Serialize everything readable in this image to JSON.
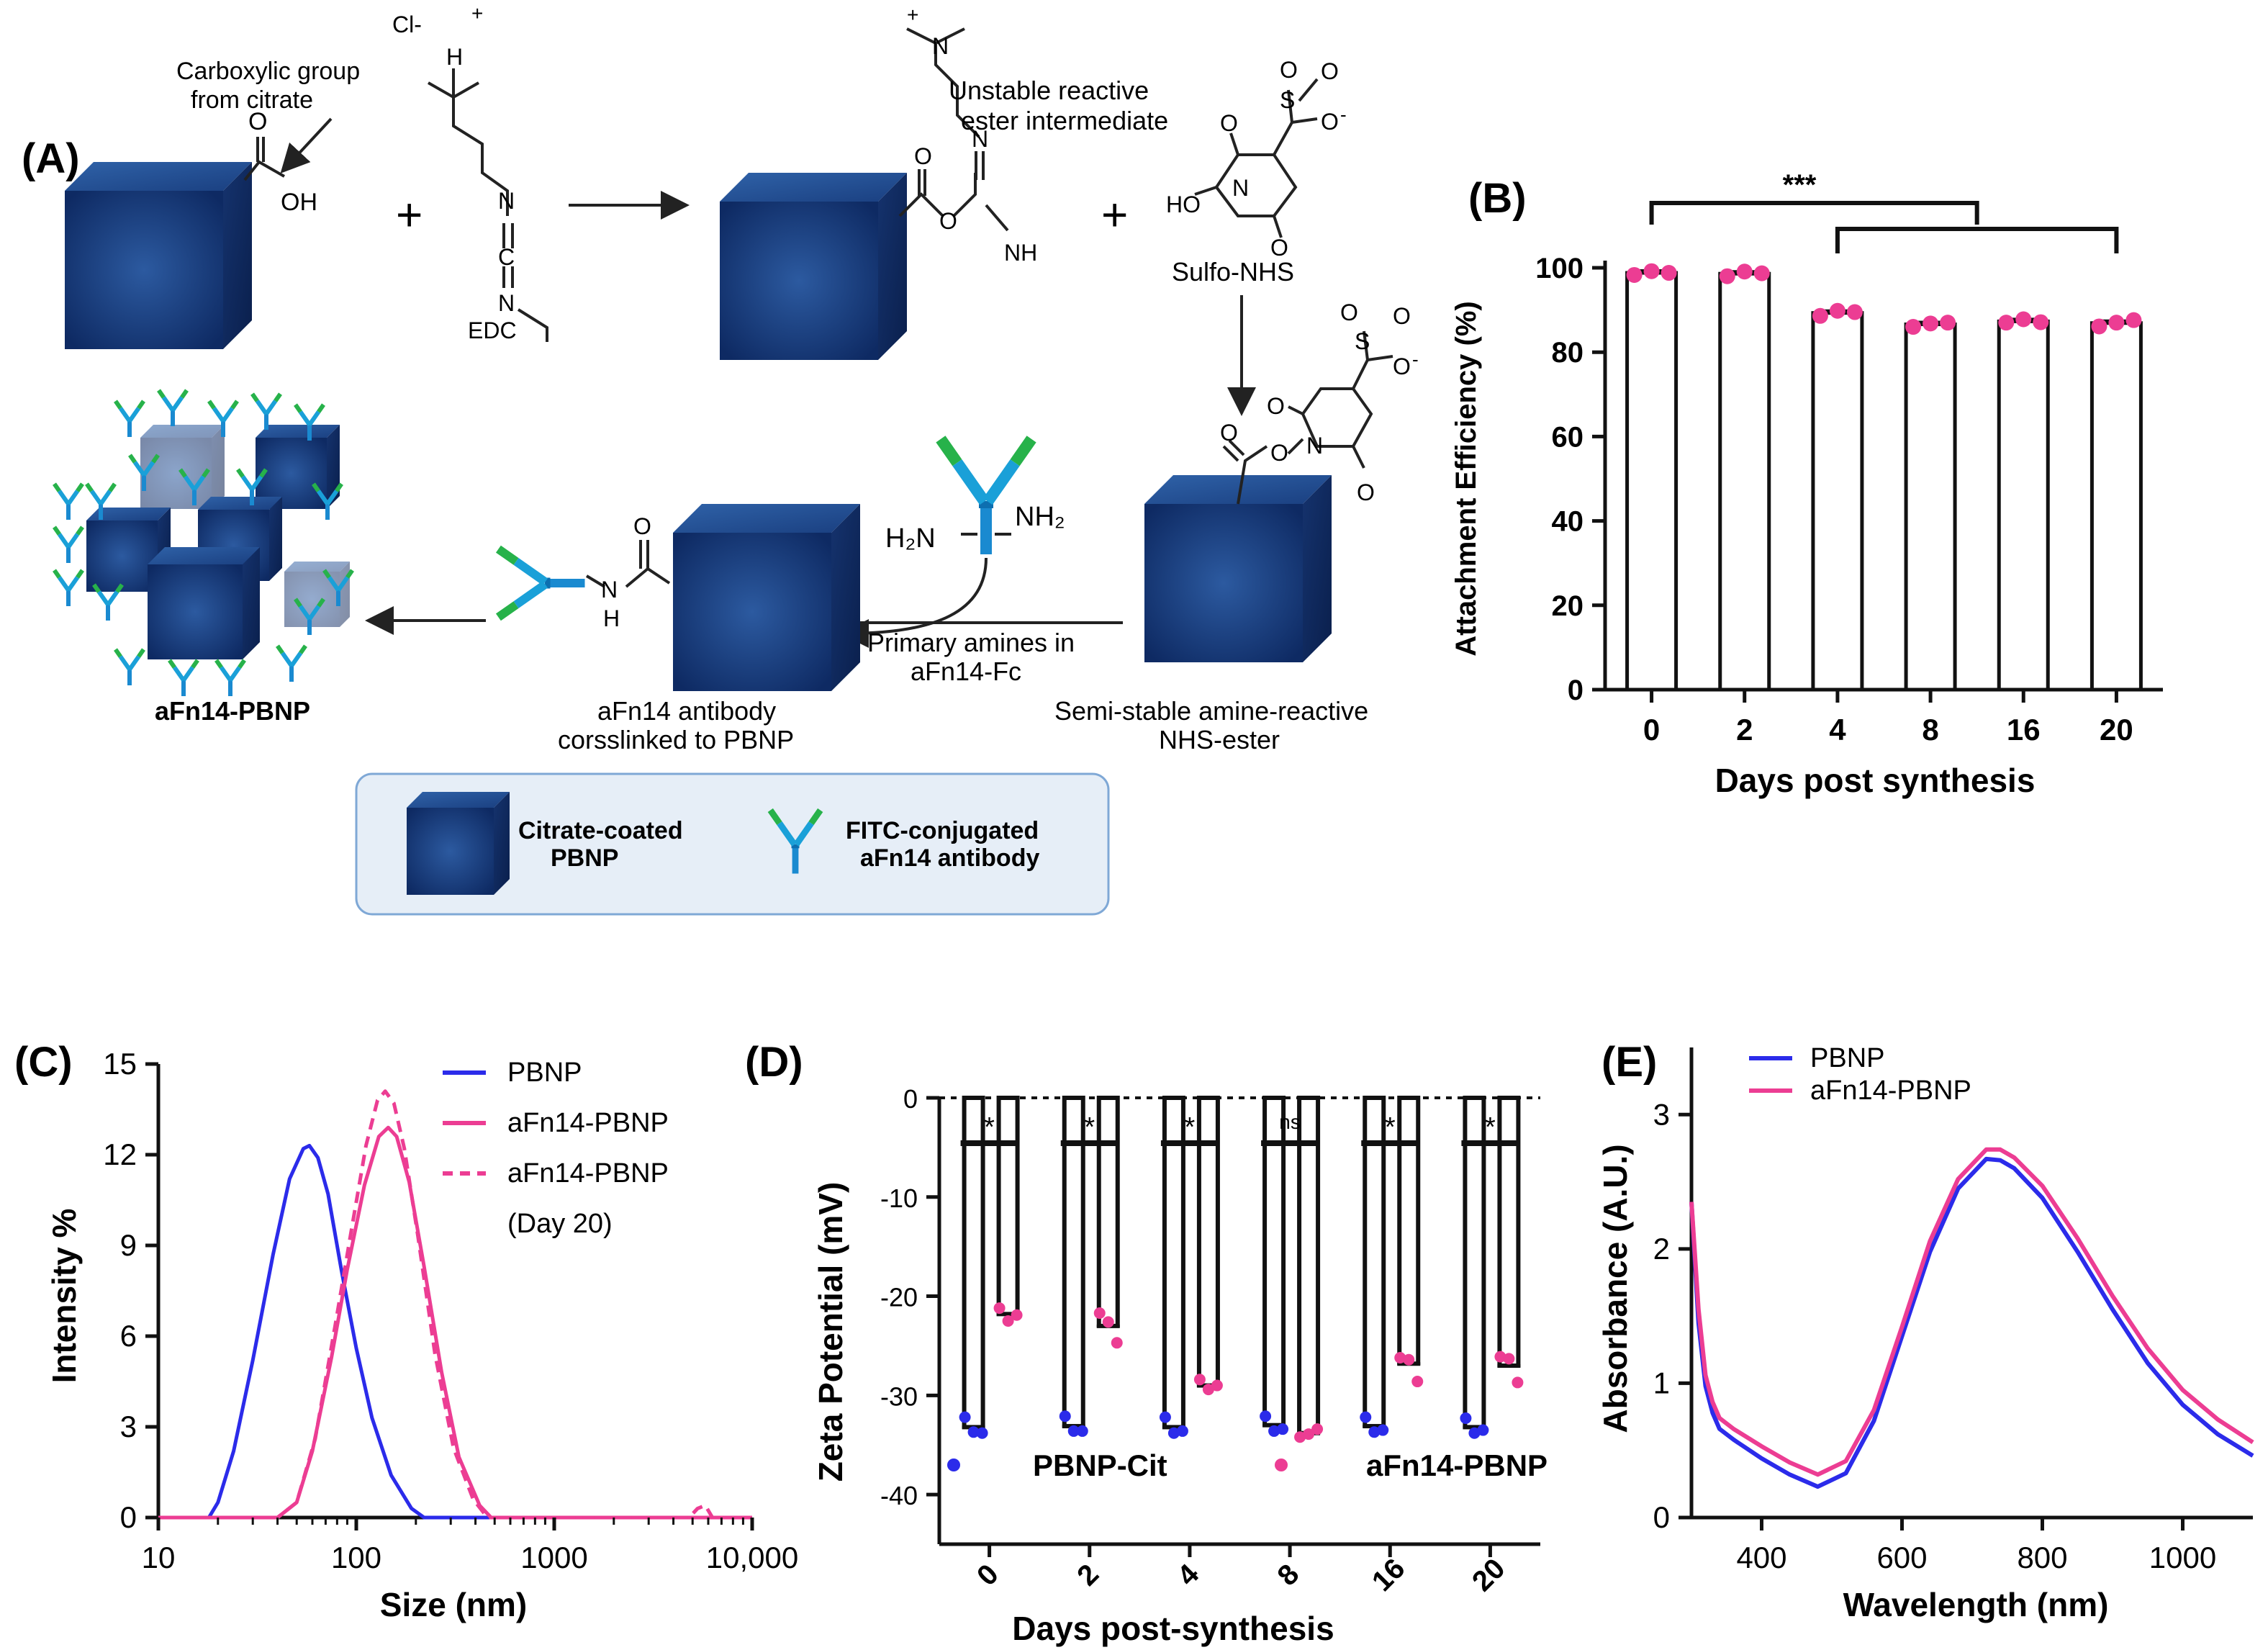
{
  "panel_a": {
    "letter": "(A)",
    "carboxyl_note_1": "Carboxylic group",
    "carboxyl_note_2": "from citrate",
    "oh": "OH",
    "o": "O",
    "cl": "Cl-",
    "plus_sup": "+",
    "h": "H",
    "n": "N",
    "c": "C",
    "nh": "NH",
    "ho": "HO",
    "s": "S",
    "o_minus": "O",
    "minus": "-",
    "edc": "EDC",
    "unstable_1": "Unstable reactive",
    "unstable_2": "ester intermediate",
    "sulfo_nhs": "Sulfo-NHS",
    "plus": "+",
    "h2n": "H₂N",
    "nh2": "NH₂",
    "primary_1": "Primary amines in",
    "primary_2": "aFn14-Fc",
    "semi_1": "Semi-stable amine-reactive",
    "semi_2": "NHS-ester",
    "crosslinked_1": "aFn14 antibody",
    "crosslinked_2": "corsslinked to PBNP",
    "product": "aFn14-PBNP",
    "legend_cube_1": "Citrate-coated",
    "legend_cube_2": "PBNP",
    "legend_ab_1": "FITC-conjugated",
    "legend_ab_2": "aFn14 antibody"
  },
  "chart_data": [
    {
      "panel": "(B)",
      "type": "bar",
      "categories": [
        "0",
        "2",
        "4",
        "8",
        "16",
        "20"
      ],
      "values": [
        98.8,
        98.6,
        89.3,
        86.6,
        87.3,
        86.9
      ],
      "points": [
        [
          98.3,
          99.2,
          98.8
        ],
        [
          98.0,
          99.1,
          98.7
        ],
        [
          88.6,
          89.8,
          89.5
        ],
        [
          86.0,
          86.8,
          87.0
        ],
        [
          87.0,
          87.8,
          87.1
        ],
        [
          86.1,
          87.0,
          87.6
        ]
      ],
      "xlabel": "Days post synthesis",
      "ylabel": "Attachment Efficiency (%)",
      "ylim": [
        0,
        100
      ],
      "yticks": [
        0,
        20,
        40,
        60,
        80,
        100
      ],
      "significance": "***",
      "point_color": "#ec3d93"
    },
    {
      "panel": "(C)",
      "type": "line",
      "xscale": "log",
      "xlim": [
        10,
        10000
      ],
      "ylim": [
        0,
        15
      ],
      "xticks": [
        "10",
        "100",
        "1000",
        "10,000"
      ],
      "yticks": [
        "0",
        "3",
        "6",
        "9",
        "12",
        "15"
      ],
      "xlabel": "Size (nm)",
      "ylabel": "Intensity %",
      "series": [
        {
          "name": "PBNP",
          "color": "#2b2bea",
          "dash": false,
          "x": [
            10,
            18,
            20,
            24,
            30,
            38,
            46,
            54,
            58,
            64,
            72,
            84,
            100,
            120,
            150,
            190,
            220,
            300,
            10000
          ],
          "y": [
            0,
            0,
            0.5,
            2.2,
            5.2,
            8.7,
            11.2,
            12.2,
            12.3,
            11.9,
            10.7,
            8.2,
            5.6,
            3.3,
            1.4,
            0.3,
            0,
            0,
            0
          ]
        },
        {
          "name": "aFn14-PBNP",
          "color": "#ec3d93",
          "dash": false,
          "x": [
            10,
            40,
            50,
            60,
            75,
            90,
            110,
            130,
            145,
            160,
            185,
            220,
            270,
            330,
            420,
            480,
            10000
          ],
          "y": [
            0,
            0,
            0.5,
            2.2,
            5.3,
            8.2,
            11.0,
            12.6,
            12.9,
            12.6,
            11.1,
            8.3,
            4.8,
            2.0,
            0.4,
            0,
            0
          ]
        },
        {
          "name": "aFn14-PBNP",
          "note": "(Day 20)",
          "color": "#ec3d93",
          "dash": true,
          "x": [
            10,
            40,
            50,
            62,
            78,
            95,
            112,
            128,
            140,
            155,
            175,
            205,
            250,
            310,
            390,
            460,
            4800,
            5300,
            5800,
            6300,
            10000
          ],
          "y": [
            0,
            0,
            0.5,
            2.6,
            6.3,
            9.6,
            12.3,
            13.8,
            14.1,
            13.7,
            12.2,
            9.3,
            5.4,
            2.3,
            0.6,
            0,
            0,
            0.3,
            0.4,
            0,
            0
          ]
        }
      ]
    },
    {
      "panel": "(D)",
      "type": "bar",
      "categories": [
        "0",
        "2",
        "4",
        "8",
        "16",
        "20"
      ],
      "xlabel": "Days post-synthesis",
      "ylabel": "Zeta Potential (mV)",
      "ylim": [
        -45,
        0
      ],
      "yticks": [
        "0",
        "-10",
        "-20",
        "-30",
        "-40"
      ],
      "significance": [
        "*",
        "*",
        "*",
        "ns",
        "*",
        "*"
      ],
      "series": [
        {
          "name": "PBNP-Cit",
          "color": "#2b2bea",
          "values": [
            -33.2,
            -33.1,
            -33.2,
            -33.0,
            -33.1,
            -33.2
          ],
          "points": [
            [
              -32.2,
              -33.7,
              -33.8
            ],
            [
              -32.1,
              -33.6,
              -33.6
            ],
            [
              -32.2,
              -33.8,
              -33.6
            ],
            [
              -32.1,
              -33.6,
              -33.4
            ],
            [
              -32.2,
              -33.7,
              -33.5
            ],
            [
              -32.3,
              -33.8,
              -33.5
            ]
          ]
        },
        {
          "name": "aFn14-PBNP",
          "color": "#ec3d93",
          "values": [
            -21.8,
            -23.0,
            -29.0,
            -33.8,
            -26.8,
            -27.0
          ],
          "points": [
            [
              -21.2,
              -22.5,
              -21.9
            ],
            [
              -21.7,
              -22.6,
              -24.7
            ],
            [
              -28.4,
              -29.4,
              -29.0
            ],
            [
              -34.2,
              -33.9,
              -33.4
            ],
            [
              -26.2,
              -26.4,
              -28.6
            ],
            [
              -26.1,
              -26.3,
              -28.7
            ]
          ]
        }
      ]
    },
    {
      "panel": "(E)",
      "type": "line",
      "xlim": [
        300,
        1100
      ],
      "ylim": [
        0,
        3.5
      ],
      "xticks": [
        "400",
        "600",
        "800",
        "1000"
      ],
      "yticks": [
        "0",
        "1",
        "2",
        "3"
      ],
      "xlabel": "Wavelength (nm)",
      "ylabel": "Absorbance (A.U.)",
      "series": [
        {
          "name": "PBNP",
          "color": "#2b2bea",
          "x": [
            300,
            310,
            320,
            330,
            340,
            360,
            400,
            440,
            480,
            520,
            560,
            600,
            640,
            680,
            720,
            740,
            760,
            800,
            850,
            900,
            950,
            1000,
            1050,
            1100
          ],
          "y": [
            2.35,
            1.45,
            0.98,
            0.78,
            0.66,
            0.58,
            0.44,
            0.32,
            0.23,
            0.33,
            0.72,
            1.35,
            1.98,
            2.45,
            2.67,
            2.66,
            2.6,
            2.38,
            1.98,
            1.55,
            1.15,
            0.84,
            0.62,
            0.46
          ]
        },
        {
          "name": "aFn14-PBNP",
          "color": "#ec3d93",
          "x": [
            300,
            310,
            320,
            330,
            340,
            360,
            400,
            440,
            480,
            520,
            560,
            600,
            640,
            680,
            720,
            740,
            760,
            800,
            850,
            900,
            950,
            1000,
            1050,
            1100
          ],
          "y": [
            2.35,
            1.55,
            1.06,
            0.86,
            0.74,
            0.66,
            0.53,
            0.41,
            0.32,
            0.42,
            0.8,
            1.42,
            2.06,
            2.52,
            2.74,
            2.74,
            2.68,
            2.47,
            2.08,
            1.65,
            1.26,
            0.95,
            0.73,
            0.56
          ]
        }
      ]
    }
  ]
}
